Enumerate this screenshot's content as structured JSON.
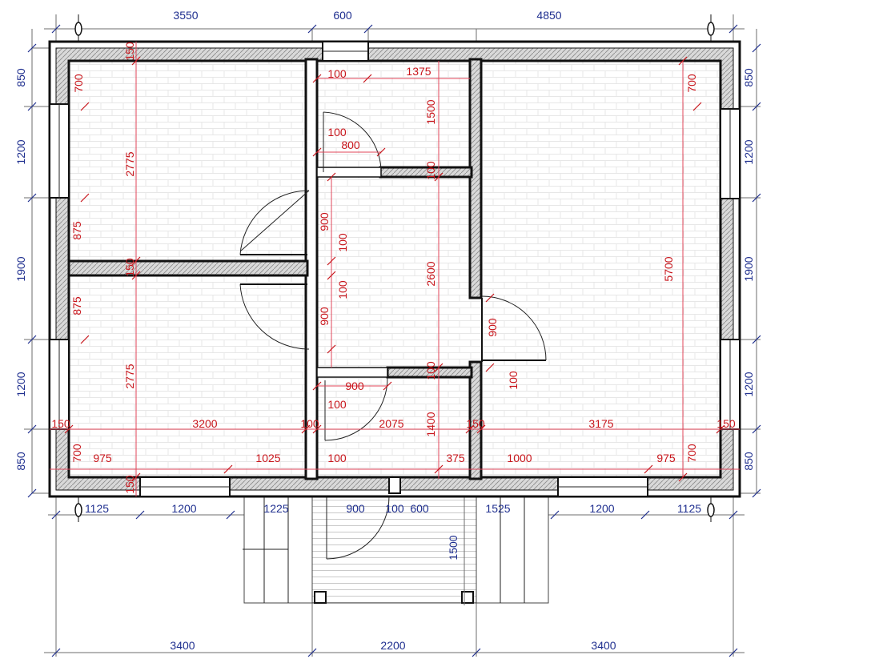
{
  "dimensions": {
    "top": [
      "3550",
      "600",
      "4850"
    ],
    "bottom": [
      "3400",
      "2200",
      "3400"
    ],
    "left": [
      "850",
      "1200",
      "1900",
      "1200",
      "850"
    ],
    "right": [
      "850",
      "1200",
      "1900",
      "1200",
      "850"
    ],
    "lower_row": [
      "1125",
      "1200",
      "1225",
      "900",
      "100",
      "600",
      "1525",
      "1200",
      "1125"
    ],
    "porch": "1500"
  },
  "room_dims": {
    "d150_top": "150",
    "d700_tl": "700",
    "d2775_top": "2775",
    "d875_a": "875",
    "d150_mid": "150",
    "d875_b": "875",
    "d2775_bottom": "2775",
    "d150_left": "150",
    "d3200": "3200",
    "d100_mid": "100",
    "d700_bl": "700",
    "d975_left": "975",
    "d1025": "1025",
    "d150_bottom": "150",
    "d100_a": "100",
    "d1375": "1375",
    "d1500": "1500",
    "d100_b": "100",
    "d800": "800",
    "d100_c": "100",
    "d900_a": "900",
    "d100_d": "100",
    "d100_e": "100",
    "d2600": "2600",
    "d900_b": "900",
    "d100_f": "100",
    "d900_c": "900",
    "d100_g": "100",
    "d2075": "2075",
    "d1400": "1400",
    "d100_h": "100",
    "d375": "375",
    "d150_c": "150",
    "d3175": "3175",
    "d150_right": "150",
    "d700_tr": "700",
    "d5700": "5700",
    "d900_d": "900",
    "d100_i": "100",
    "d1000": "1000",
    "d975_right": "975",
    "d700_br": "700"
  }
}
